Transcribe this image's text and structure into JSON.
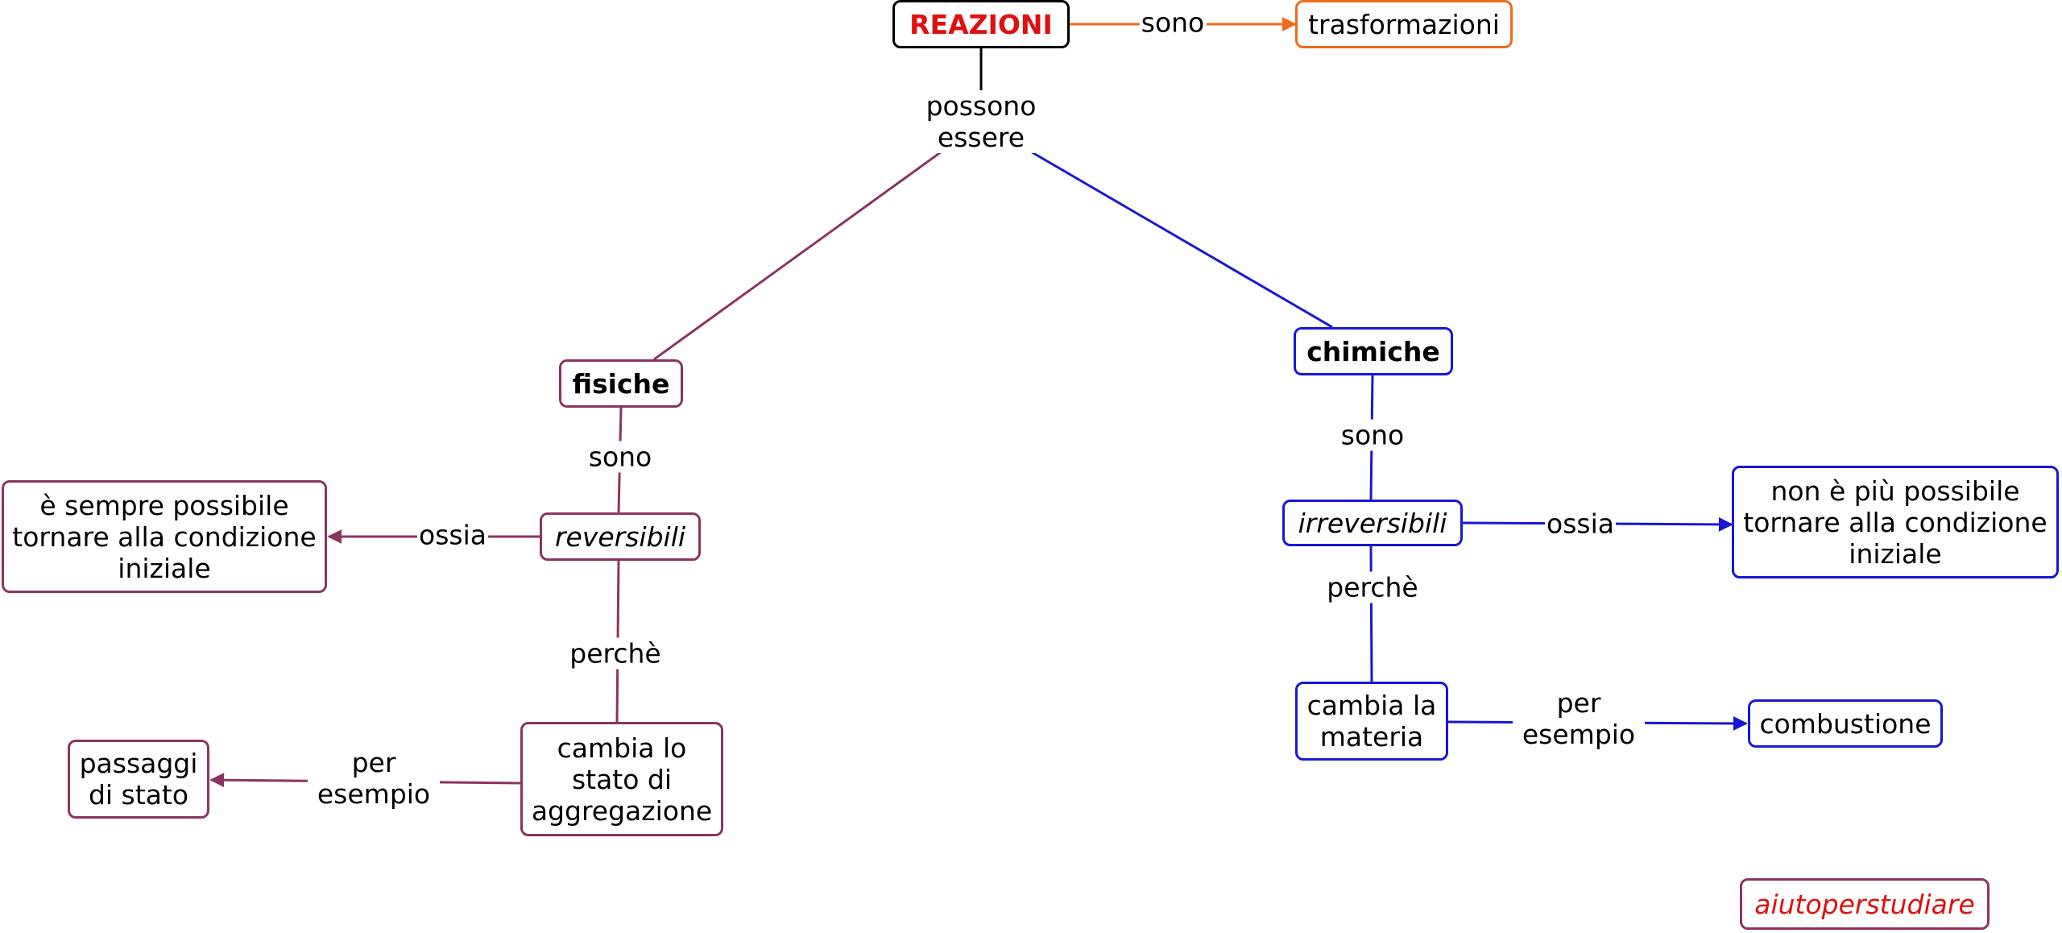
{
  "colors": {
    "root": "#000000",
    "root_text": "#e01010",
    "fisiche": "#8b3462",
    "chimiche": "#1a16d6",
    "trasformazioni": "#ee6c1a",
    "credit_text": "#e01010"
  },
  "nodes": {
    "reazioni": "REAZIONI",
    "trasformazioni": "trasformazioni",
    "fisiche": "fisiche",
    "chimiche": "chimiche",
    "reversibili": "reversibili",
    "irreversibili": "irreversibili",
    "sempre_possibile": "è sempre possibile tornare alla condizione iniziale",
    "non_possibile": "non è più possibile tornare alla condizione iniziale",
    "cambia_stato": "cambia lo stato di aggregazione",
    "cambia_materia": "cambia la materia",
    "passaggi_stato": "passaggi di stato",
    "combustione": "combustione",
    "credit": "aiutoperstudiare"
  },
  "links": {
    "sono_top": "sono",
    "possono_essere": "possono essere",
    "sono_fisiche": "sono",
    "sono_chimiche": "sono",
    "ossia_left": "ossia",
    "ossia_right": "ossia",
    "perche_left": "perchè",
    "perche_right": "perchè",
    "per_esempio_left": "per esempio",
    "per_esempio_right": "per esempio"
  }
}
